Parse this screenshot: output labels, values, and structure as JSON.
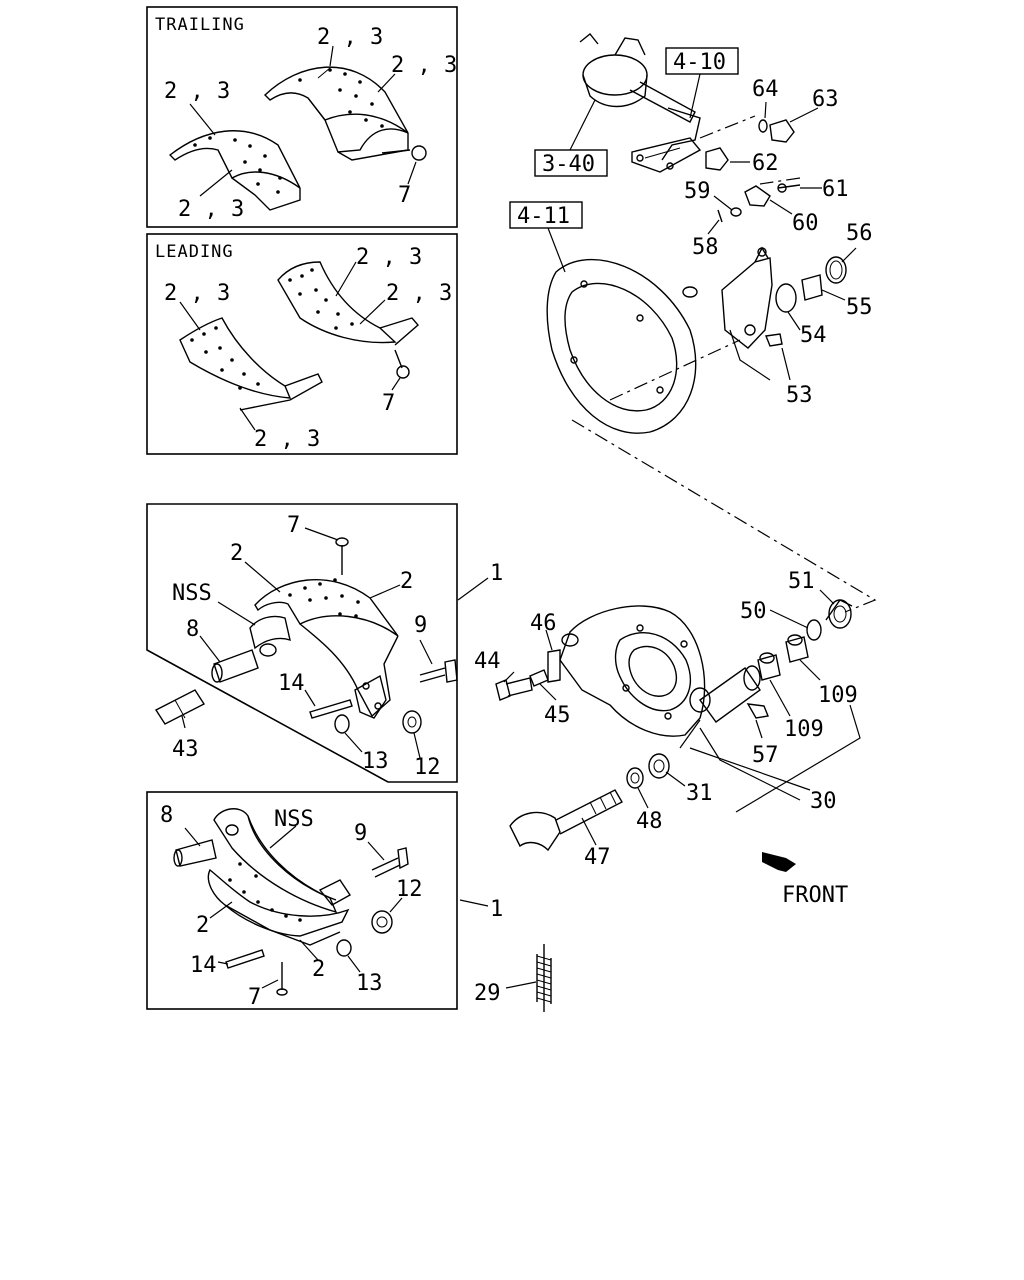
{
  "panels": {
    "trailing": {
      "caption": "TRAILING"
    },
    "leading": {
      "caption": "LEADING"
    }
  },
  "refs": {
    "ref_4_10": "4-10",
    "ref_3_40": "3-40",
    "ref_4_11": "4-11"
  },
  "callouts": {
    "t_23_a": "2 , 3",
    "t_23_b": "2 , 3",
    "t_23_c": "2 , 3",
    "t_23_d": "2 , 3",
    "t_7": "7",
    "l_23_a": "2 , 3",
    "l_23_b": "2 , 3",
    "l_23_c": "2 , 3",
    "l_23_d": "2 , 3",
    "l_7": "7",
    "p64": "64",
    "p63": "63",
    "p62": "62",
    "p61": "61",
    "p59": "59",
    "p60": "60",
    "p58": "58",
    "p56": "56",
    "p55": "55",
    "p54": "54",
    "p53": "53",
    "a_7": "7",
    "a_2a": "2",
    "a_2b": "2",
    "a_nss": "NSS",
    "a_8": "8",
    "a_9": "9",
    "a_14": "14",
    "a_13": "13",
    "a_12": "12",
    "a_1": "1",
    "p43": "43",
    "p51": "51",
    "p50": "50",
    "p46": "46",
    "p44": "44",
    "p45": "45",
    "p109a": "109",
    "p109b": "109",
    "p57": "57",
    "p31": "31",
    "p30": "30",
    "p48": "48",
    "p47": "47",
    "b_8": "8",
    "b_nss": "NSS",
    "b_9": "9",
    "b_12": "12",
    "b_2a": "2",
    "b_2b": "2",
    "b_14": "14",
    "b_7": "7",
    "b_13": "13",
    "b_1": "1",
    "p29": "29"
  },
  "front_label": "FRONT"
}
